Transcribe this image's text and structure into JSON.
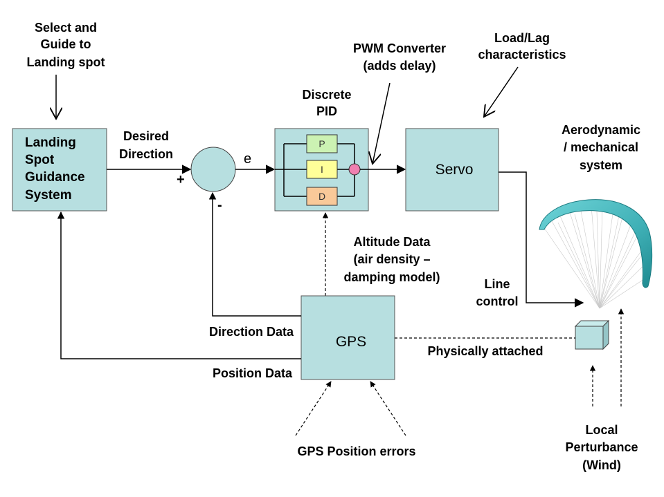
{
  "labels": {
    "select_guide": [
      "Select and",
      "Guide to",
      "Landing spot"
    ],
    "pwm": [
      "PWM Converter",
      "(adds delay)"
    ],
    "load_lag": [
      "Load/Lag",
      "characteristics"
    ],
    "discrete_pid": [
      "Discrete",
      "PID"
    ],
    "desired_direction": [
      "Desired",
      "Direction"
    ],
    "aero": [
      "Aerodynamic",
      "/ mechanical",
      "system"
    ],
    "altitude": [
      "Altitude Data",
      "(air density –",
      "damping model)"
    ],
    "line_control": [
      "Line",
      "control"
    ],
    "direction_data": "Direction Data",
    "position_data": "Position Data",
    "physically_attached": "Physically attached",
    "gps_errors": "GPS Position errors",
    "perturbance": [
      "Local",
      "Perturbance",
      "(Wind)"
    ],
    "error": "e",
    "plus": "+",
    "minus": "-"
  },
  "blocks": {
    "guidance": [
      "Landing",
      "Spot",
      "Guidance",
      "System"
    ],
    "pid_p": "P",
    "pid_i": "I",
    "pid_d": "D",
    "servo": "Servo",
    "gps": "GPS"
  },
  "colors": {
    "box_fill": "#b7dfe0",
    "p_fill": "#ccf2b3",
    "i_fill": "#ffff99",
    "d_fill": "#f9c999",
    "junction": "#f080b0",
    "canopy": "#49b9be"
  }
}
